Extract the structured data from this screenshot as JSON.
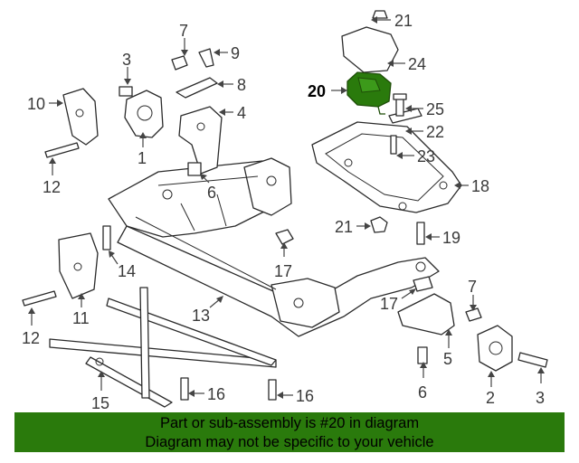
{
  "callouts": [
    {
      "id": "c1",
      "text": "1"
    },
    {
      "id": "c2",
      "text": "2"
    },
    {
      "id": "c3a",
      "text": "3"
    },
    {
      "id": "c3b",
      "text": "3"
    },
    {
      "id": "c4",
      "text": "4"
    },
    {
      "id": "c5",
      "text": "5"
    },
    {
      "id": "c6a",
      "text": "6"
    },
    {
      "id": "c6b",
      "text": "6"
    },
    {
      "id": "c7a",
      "text": "7"
    },
    {
      "id": "c7b",
      "text": "7"
    },
    {
      "id": "c8",
      "text": "8"
    },
    {
      "id": "c9",
      "text": "9"
    },
    {
      "id": "c10",
      "text": "10"
    },
    {
      "id": "c11",
      "text": "11"
    },
    {
      "id": "c12a",
      "text": "12"
    },
    {
      "id": "c12b",
      "text": "12"
    },
    {
      "id": "c13",
      "text": "13"
    },
    {
      "id": "c14",
      "text": "14"
    },
    {
      "id": "c15",
      "text": "15"
    },
    {
      "id": "c16a",
      "text": "16"
    },
    {
      "id": "c16b",
      "text": "16"
    },
    {
      "id": "c17a",
      "text": "17"
    },
    {
      "id": "c17b",
      "text": "17"
    },
    {
      "id": "c18",
      "text": "18"
    },
    {
      "id": "c19",
      "text": "19"
    },
    {
      "id": "c20",
      "text": "20"
    },
    {
      "id": "c21a",
      "text": "21"
    },
    {
      "id": "c21b",
      "text": "21"
    },
    {
      "id": "c22",
      "text": "22"
    },
    {
      "id": "c23",
      "text": "23"
    },
    {
      "id": "c24",
      "text": "24"
    },
    {
      "id": "c25",
      "text": "25"
    }
  ],
  "highlight_part": "20",
  "colors": {
    "highlight": "#2a7a0c",
    "banner": "#2a7a0c",
    "line": "#2b2b2b"
  },
  "banner": {
    "line1": "Part or sub-assembly is #20 in diagram",
    "line2": "Diagram may not be specific to your vehicle"
  }
}
